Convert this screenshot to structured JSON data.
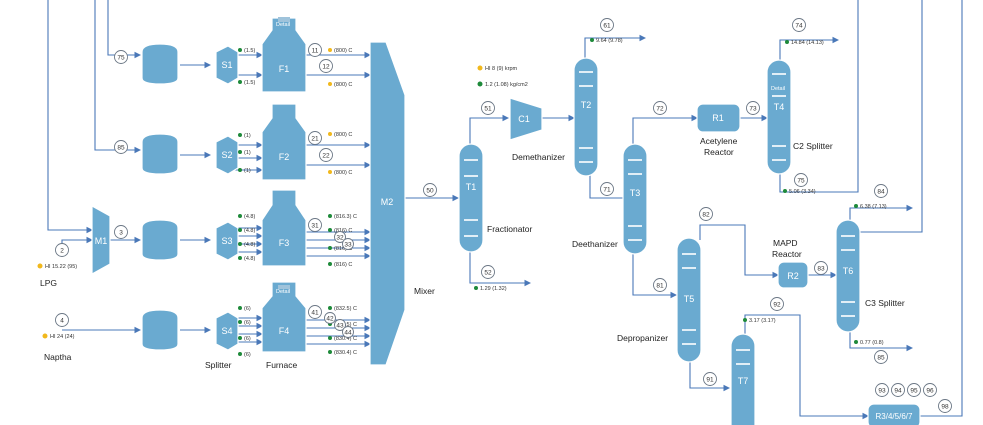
{
  "colors": {
    "stream_line": "#4a78b8",
    "equipment": "#6aaad0",
    "status_green": "#1e8a3a",
    "status_yellow": "#f1b81c"
  },
  "equipment": {
    "s1": "S1",
    "s2": "S2",
    "s3": "S3",
    "s4": "S4",
    "f1": "F1",
    "f2": "F2",
    "f3": "F3",
    "f4": "F4",
    "m1": "M1",
    "m2": "M2",
    "t1": "T1",
    "c1": "C1",
    "t2": "T2",
    "t3": "T3",
    "r1": "R1",
    "t4": "T4",
    "t5": "T5",
    "r2": "R2",
    "t6": "T6",
    "t7": "T7",
    "r3": "R3/4/5/6/7",
    "detail_f1": "Detail",
    "detail_f4": "Detail",
    "detail_t4": "Detail"
  },
  "labels": {
    "lpg": "LPG",
    "naptha": "Naptha",
    "splitter": "Splitter",
    "furnace": "Furnace",
    "mixer": "Mixer",
    "fractionator": "Fractionator",
    "demethanizer": "Demethanizer",
    "deethanizer": "Deethanizer",
    "acetylene_reactor": "Acetylene\nReactor",
    "c2_splitter": "C2 Splitter",
    "mapd_reactor": "MAPD\nReactor",
    "depropanizer": "Depropanizer",
    "c3_splitter": "C3 Splitter"
  },
  "streams": {
    "s2": "2",
    "s3": "3",
    "s4": "4",
    "s11": "11",
    "s12": "12",
    "s21": "21",
    "s22": "22",
    "s31": "31",
    "s32": "32",
    "s33": "33",
    "s41": "41",
    "s42": "42",
    "s43": "43",
    "s44": "44",
    "s50": "50",
    "s51": "51",
    "s52": "52",
    "s61": "61",
    "s71": "71",
    "s72": "72",
    "s73": "73",
    "s74": "74",
    "s75": "75",
    "s81": "81",
    "s82": "82",
    "s83": "83",
    "s84": "84",
    "s85": "85",
    "s91": "91",
    "s92": "92",
    "s93": "93",
    "s94": "94",
    "s95": "95",
    "s96": "96",
    "s98": "98"
  },
  "readouts": {
    "lpg_hi": "HI 15.22 (95)",
    "naptha_hi": "HI 24 (24)",
    "s1_a": "(1.5)",
    "s1_b": "(1.5)",
    "s2_a": "(1)",
    "s2_b": "(1)",
    "s2_c": "(1)",
    "s3_a": "(4.8)",
    "s3_b": "(4.8)",
    "s3_c": "(4.8)",
    "s3_d": "(4.8)",
    "s4_a": "(6)",
    "s4_b": "(6)",
    "s4_c": "(6)",
    "s4_d": "(6)",
    "f1_a": "(800) C",
    "f1_b": "(800) C",
    "f2_a": "(800) C",
    "f2_b": "(800) C",
    "f3_a": "(816.3) C",
    "f3_b": "(816) C",
    "f3_c": "(816) C",
    "f3_d": "(816) C",
    "f4_a": "(832.5) C",
    "f4_b": "(832.5) C",
    "f4_c": "(830.4) C",
    "f4_d": "(830.4) C",
    "c1_hi": "HI 8 (9) krpm",
    "c1_p": "1.2 (1.08) kg/cm2",
    "s52_val": "1.29 (1.32)",
    "s61_val": "9.64 (9.78)",
    "s74_val": "14.84 (14.13)",
    "s75_val": "5.06 (3.34)",
    "s84_val": "6.38 (7.13)",
    "s85_val": "0.77 (0.8)",
    "s92_val": "3.17 (3.17)"
  }
}
